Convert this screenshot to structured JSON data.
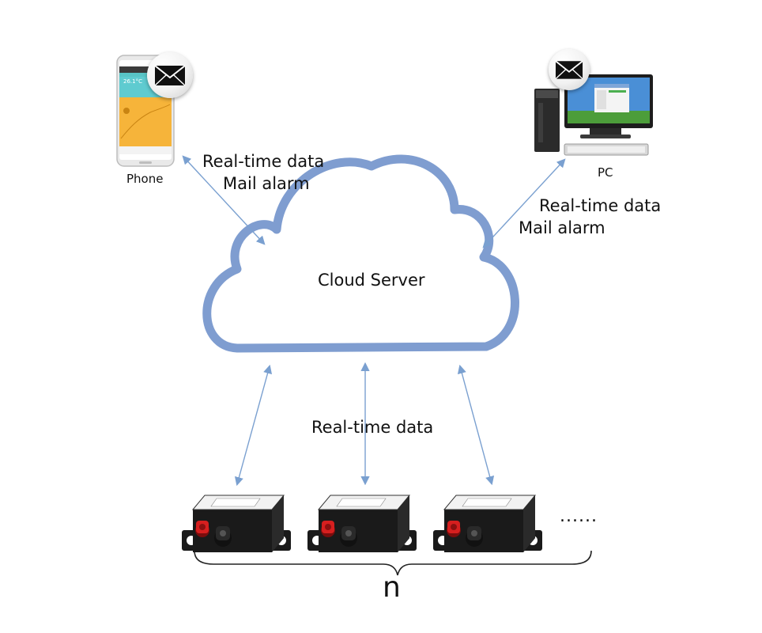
{
  "nodes": {
    "phone": {
      "label": "Phone",
      "screen_temp": "26.1°C"
    },
    "pc": {
      "label": "PC"
    },
    "cloud": {
      "label": "Cloud Server"
    },
    "devices": {
      "ellipsis": "......",
      "count_label": "n"
    }
  },
  "links": {
    "phone_cloud": {
      "line1": "Real-time data",
      "line2": "Mail alarm"
    },
    "pc_cloud": {
      "line1": "Real-time data",
      "line2": "Mail alarm"
    },
    "devices_cloud": {
      "label": "Real-time data"
    }
  },
  "colors": {
    "cloud_stroke": "#7f9dd0",
    "arrow": "#7aa0d0",
    "phone_screen": "#f6b43a",
    "device_body": "#1a1a1a",
    "terminal_red": "#d61f1f"
  },
  "icons": [
    "mail-envelope-icon",
    "phone-icon",
    "desktop-pc-icon",
    "sensor-device-icon"
  ]
}
